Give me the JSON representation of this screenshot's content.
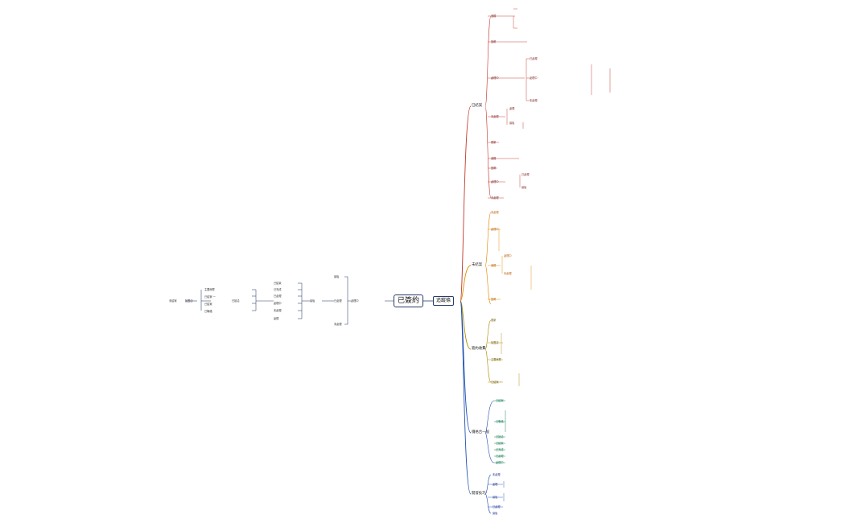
{
  "root": {
    "title": "已簽約",
    "center": "追蹤條"
  },
  "branches": {
    "b1": "已結案",
    "b2": "未結案",
    "b3": "簽約收費",
    "b4": "價格合一般",
    "b5": "開發技巧"
  },
  "left": {
    "l_root": "未結案",
    "l_a": "加盟店",
    "l_b": "主要房屋",
    "l_c": "已結案 一",
    "l_d": "已結案",
    "l_e": "已聯絡",
    "l_f": "已接洽",
    "l_g": "已結束",
    "l_h": "已完成",
    "l_i": "已處理",
    "l_j": "處理中",
    "l_k": "未處理",
    "l_l": "處理",
    "l_m": "最後",
    "l_n": "已處理",
    "l_o": "最後",
    "l_p": "未處理",
    "l_q": "處理中",
    "l_r": "追蹤",
    "l_s": "回覆",
    "l_t": "處理中",
    "l_u": "未處理",
    "l_v": "更新"
  },
  "chart_data": {
    "type": "mindmap",
    "root": "已簽約",
    "children": [
      "已結案",
      "未結案",
      "簽約收費",
      "價格合一般",
      "開發技巧"
    ]
  }
}
